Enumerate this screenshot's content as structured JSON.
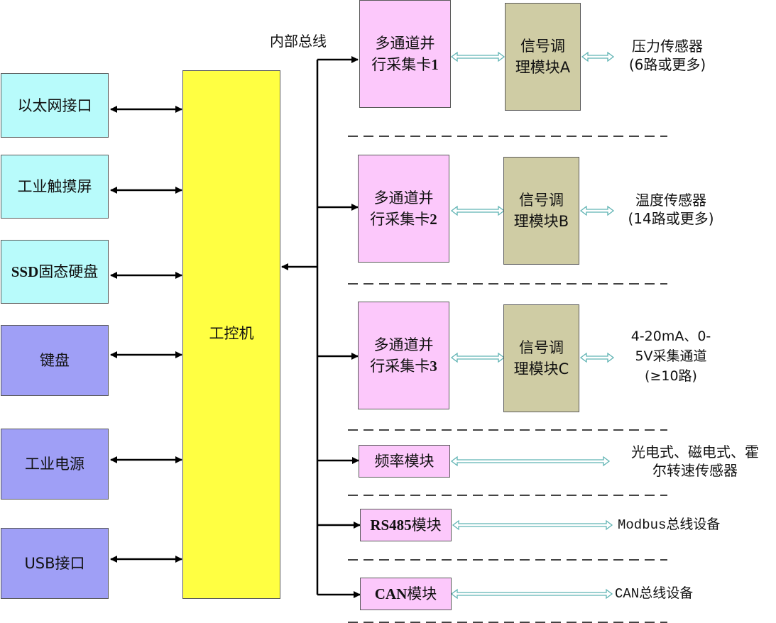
{
  "left_boxes": [
    {
      "id": "ethernet",
      "label": "以太网接口"
    },
    {
      "id": "touchscreen",
      "label": "工业触摸屏"
    },
    {
      "id": "ssd",
      "label_bold": "SSD",
      "label": "固态硬盘"
    },
    {
      "id": "keyboard",
      "label": "键盘"
    },
    {
      "id": "power",
      "label": "工业电源"
    },
    {
      "id": "usb",
      "label": "USB接口"
    }
  ],
  "ipc": {
    "label": "工控机"
  },
  "bus_label": "内部总线",
  "acq_cards": [
    {
      "line1": "多通道并",
      "line2": "行采集卡",
      "num": "1"
    },
    {
      "line1": "多通道并",
      "line2": "行采集卡",
      "num": "2"
    },
    {
      "line1": "多通道并",
      "line2": "行采集卡",
      "num": "3"
    }
  ],
  "cond_modules": [
    {
      "label": "信号调\n理模块A"
    },
    {
      "label": "信号调\n理模块B"
    },
    {
      "label": "信号调\n理模块C"
    }
  ],
  "sensors": [
    {
      "label": "压力传感器\n(6路或更多)"
    },
    {
      "label": "温度传感器\n(14路或更多)"
    },
    {
      "label": "4-20mA、0-\n5V采集通道\n(≥10路)"
    }
  ],
  "freq_module": {
    "label": "频率模块",
    "target": "光电式、磁电式、霍\n尔转速传感器"
  },
  "rs485_module": {
    "label_bold": "RS485",
    "label": "模块",
    "target": "Modbus总线设备"
  },
  "can_module": {
    "label_bold": "CAN",
    "label": "模块",
    "target": "CAN总线设备"
  },
  "colors": {
    "cyan": "#b8fbfb",
    "violet": "#9f9ff6",
    "yellow": "#ffff42",
    "pink": "#fcc8fb",
    "khaki": "#cfcca4",
    "arrow_hollow": "#7ec8c8"
  }
}
